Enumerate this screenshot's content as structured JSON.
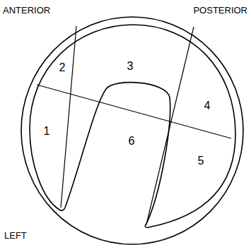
{
  "diagram": {
    "labels": [
      "ANTERIOR",
      "POSTERIOR",
      "1",
      "2",
      "3",
      "4",
      "5",
      "6",
      "LEFT"
    ]
  }
}
